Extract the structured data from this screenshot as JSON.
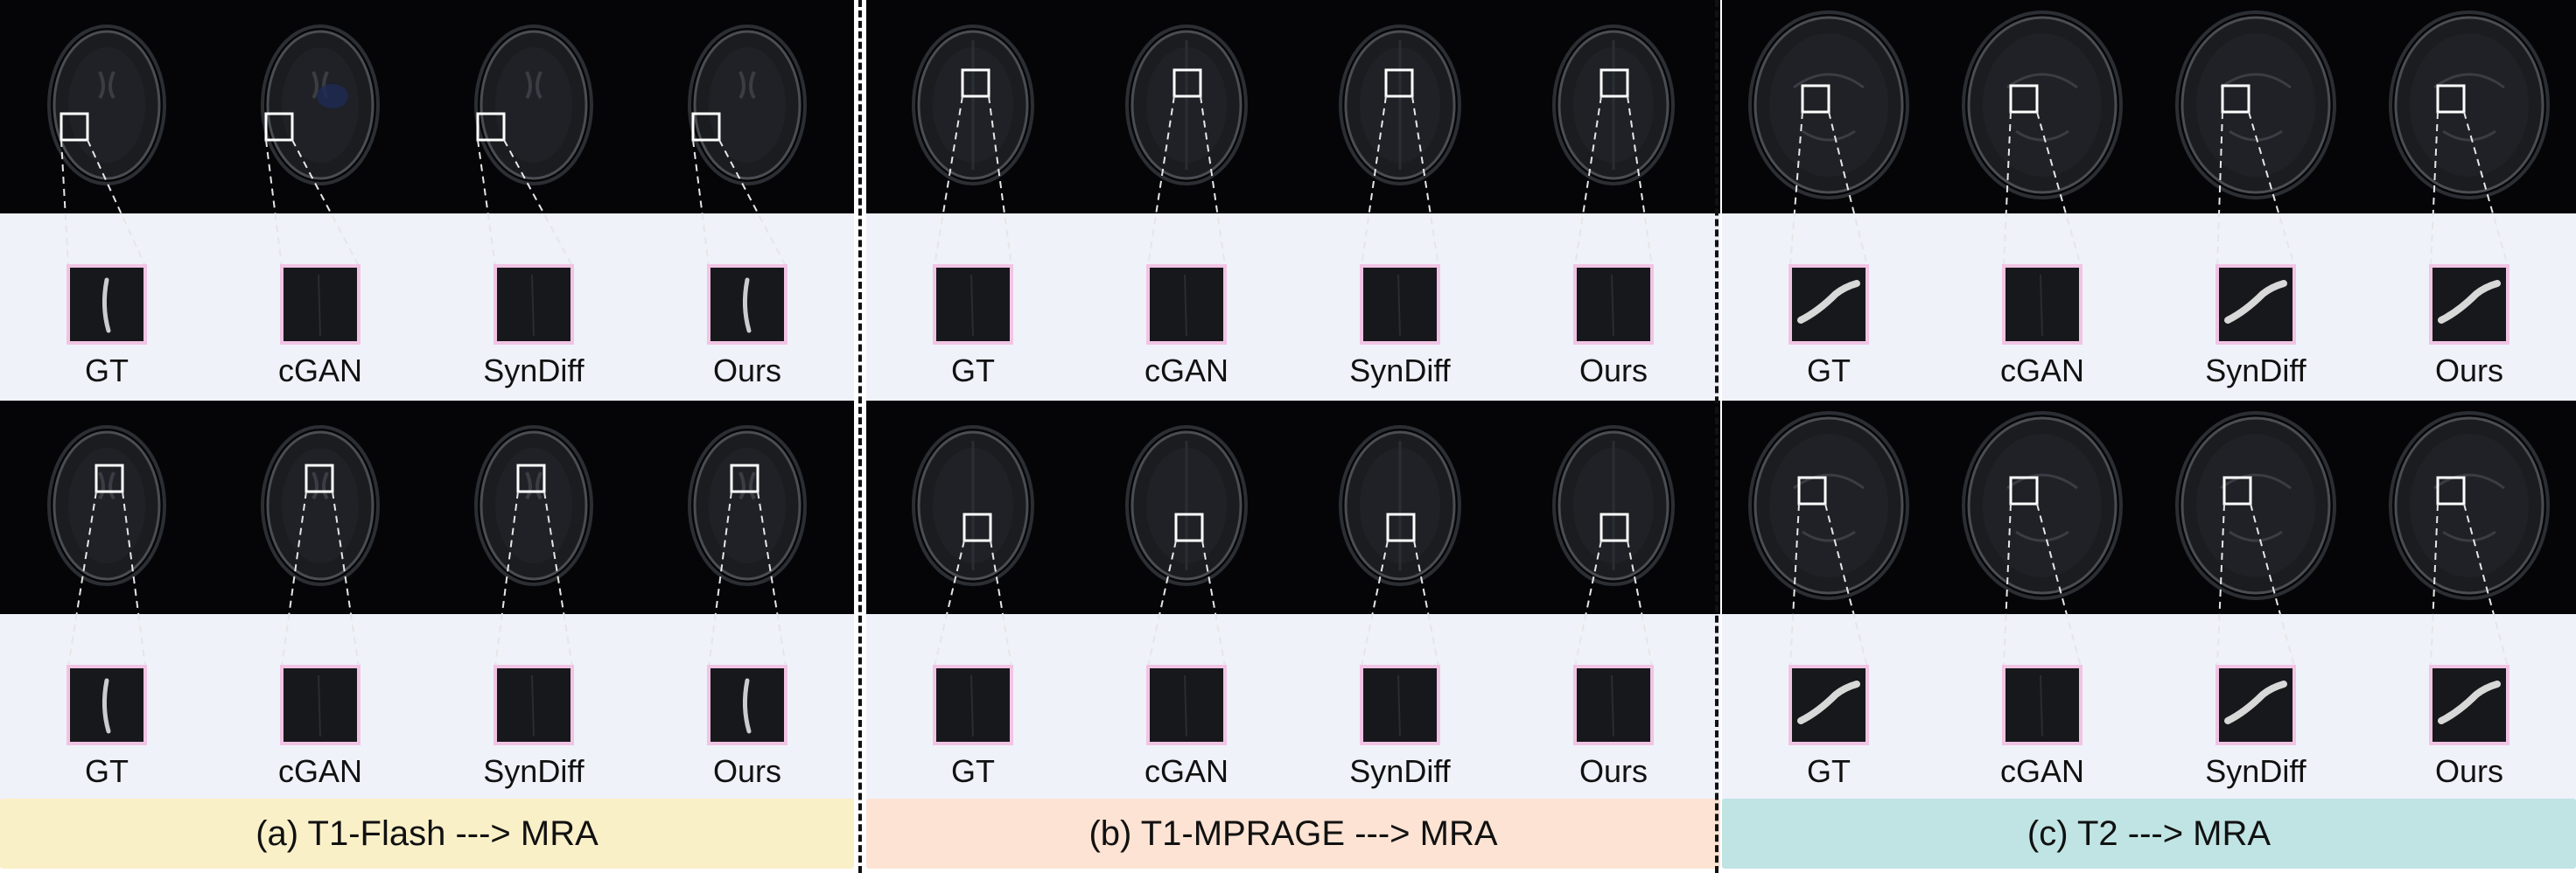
{
  "panels": [
    {
      "caption": "(a) T1-Flash ---> MRA",
      "caption_color": "#faf0c8",
      "method_labels": [
        "GT",
        "cGAN",
        "SynDiff",
        "Ours"
      ]
    },
    {
      "caption": "(b) T1-MPRAGE ---> MRA",
      "caption_color": "#fde3d3",
      "method_labels": [
        "GT",
        "cGAN",
        "SynDiff",
        "Ours"
      ]
    },
    {
      "caption": "(c) T2 ---> MRA",
      "caption_color": "#bfe4e3",
      "method_labels": [
        "GT",
        "cGAN",
        "SynDiff",
        "Ours"
      ]
    }
  ],
  "colors": {
    "scan_background": "#050507",
    "crop_strip_background": "#eff2f9",
    "crop_border": "#f1c4e4",
    "zoom_box": "#ffffff"
  }
}
